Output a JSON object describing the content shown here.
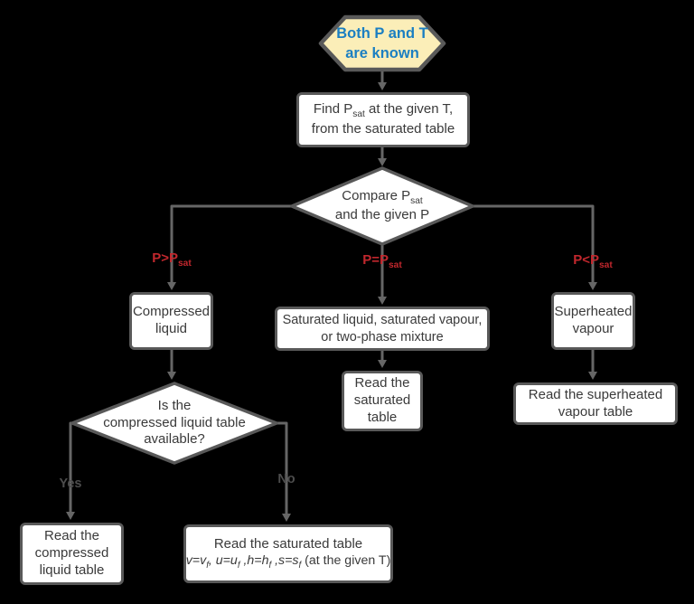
{
  "colors": {
    "background": "#000000",
    "line": "#666666",
    "node_border": "#595959",
    "node_fill": "#ffffff",
    "node_text": "#3a3a3a",
    "hexagon_fill": "#fbeeb8",
    "hexagon_text": "#1b7fc2",
    "condition_label": "#c1272d",
    "branch_label": "#4d4d4d"
  },
  "nodes": {
    "start": {
      "line1": "Both P and T",
      "line2": "are known"
    },
    "find_psat": {
      "part1": "Find P",
      "sub1": "sat",
      "part2": " at the given T,",
      "line2": "from the saturated table"
    },
    "compare": {
      "part1": "Compare P",
      "sub1": "sat",
      "line2": "and the given P"
    },
    "compressed": {
      "line1": "Compressed",
      "line2": "liquid"
    },
    "mixture": {
      "line1": "Saturated liquid, saturated vapour,",
      "line2": "or two-phase mixture"
    },
    "superheated": {
      "line1": "Superheated",
      "line2": "vapour"
    },
    "read_saturated": {
      "line1": "Read the",
      "line2": "saturated",
      "line3": "table"
    },
    "read_superheated": {
      "line1": "Read the superheated",
      "line2": "vapour table"
    },
    "clt_available": {
      "line1": "Is the",
      "line2": "compressed liquid table",
      "line3": "available?"
    },
    "read_compressed": {
      "line1": "Read the",
      "line2": "compressed",
      "line3": "liquid table"
    },
    "read_saturated_f": {
      "line1": "Read the saturated table",
      "eq_p1": "v=v",
      "eq_s1": "f",
      "eq_p2": ", u=u",
      "eq_s2": "f",
      "eq_p3": " ,h=h",
      "eq_s3": "f",
      "eq_p4": " ,s=s",
      "eq_s4": "f",
      "tail": " (at the given T)"
    }
  },
  "edge_labels": {
    "greater": {
      "part1": "P>P",
      "sub": "sat"
    },
    "equal": {
      "part1": "P=P",
      "sub": "sat"
    },
    "less": {
      "part1": "P<P",
      "sub": "sat"
    },
    "yes": "Yes",
    "no": "No"
  }
}
